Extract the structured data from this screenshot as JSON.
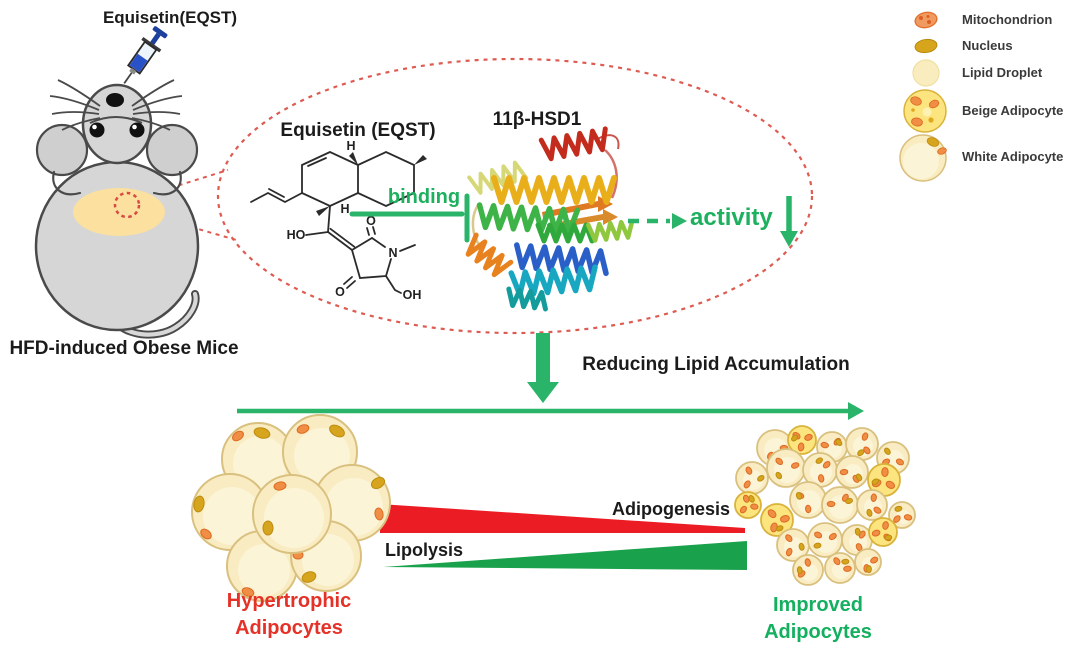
{
  "figure": {
    "injection_label": "Equisetin(EQST)",
    "mouse_caption": "HFD-induced Obese Mice",
    "molecule_title": "Equisetin (EQST)",
    "protein_title": "11β-HSD1",
    "binding_label": "binding",
    "activity_label": "activity",
    "process_arrow_label": "Reducing Lipid Accumulation",
    "adipogenesis_label": "Adipogenesis",
    "lipolysis_label": "Lipolysis",
    "left_cluster_caption_line1": "Hypertrophic",
    "left_cluster_caption_line2": "Adipocytes",
    "right_cluster_caption_line1": "Improved",
    "right_cluster_caption_line2": "Adipocytes"
  },
  "molecule_atoms": {
    "h_top": "H",
    "h_mid": "H",
    "hydroxyl_left": "HO",
    "carbonyl_top": "O",
    "nitrogen": "N",
    "n_methyl_bond": "",
    "carbonyl_bottom": "O",
    "hydroxyl_bottom": "OH"
  },
  "legend": {
    "items": [
      {
        "icon": "mitochondrion-icon",
        "label": "Mitochondrion"
      },
      {
        "icon": "nucleus-icon",
        "label": "Nucleus"
      },
      {
        "icon": "lipid-droplet-icon",
        "label": "Lipid Droplet"
      },
      {
        "icon": "beige-adipocyte-icon",
        "label": "Beige Adipocyte"
      },
      {
        "icon": "white-adipocyte-icon",
        "label": "White Adipocyte"
      }
    ]
  },
  "colors": {
    "accent_green": "#29b469",
    "text_green": "#1db05e",
    "triangle_green": "#1aa14b",
    "triangle_red": "#ec1c24",
    "label_red": "#e53228",
    "label_green": "#14b05f",
    "dashed_outline_red": "#de5b52",
    "cell_fill": "#f9ecc2",
    "cell_droplet": "#fcf4d6",
    "beige_fill": "#fce57f",
    "mitochondrion_orange": "#ef8e44",
    "nucleus_olive": "#d7a41e",
    "mouse_gray": "#d6d6d6",
    "belly_yellow": "#fbe09f"
  }
}
